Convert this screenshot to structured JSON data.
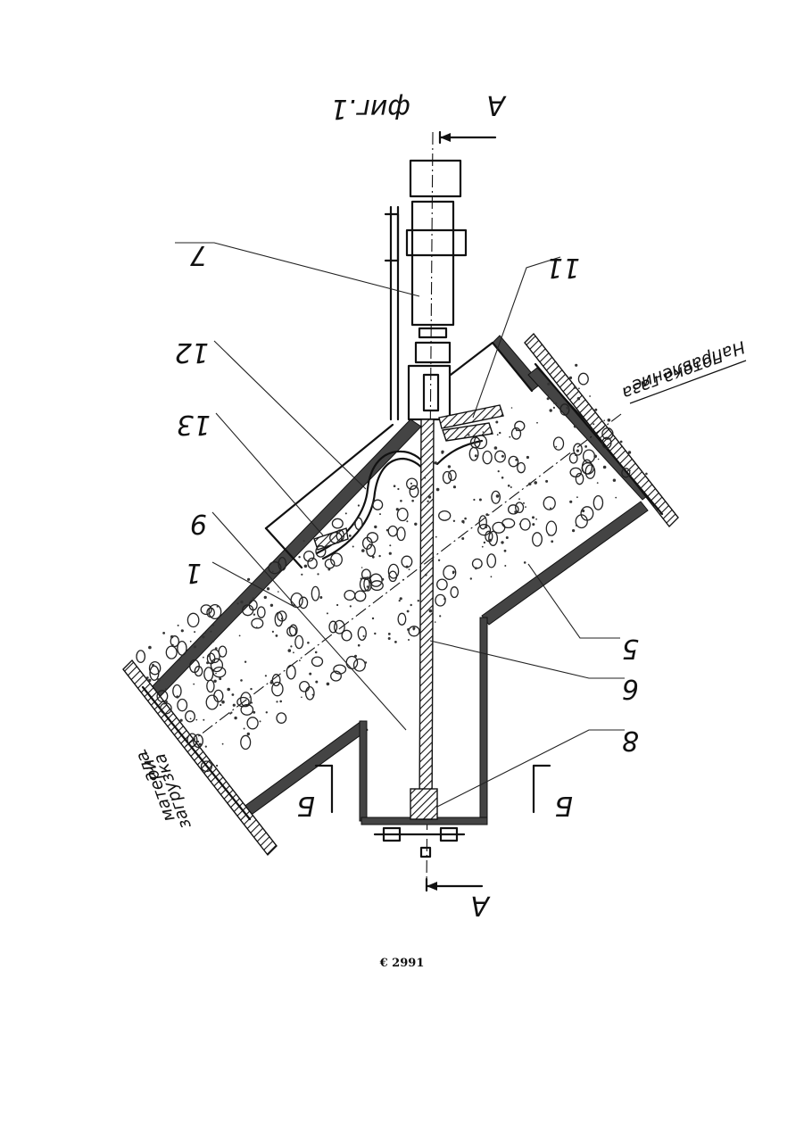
{
  "figure": {
    "caption": "фиг.1",
    "section_a_label": "А",
    "section_b_label": "Б",
    "labels": {
      "part_1": "1",
      "part_5": "5",
      "part_6": "6",
      "part_7": "7",
      "part_8": "8",
      "part_9": "9",
      "part_11": "11",
      "part_12": "12",
      "part_13": "13"
    },
    "notes": {
      "gas_flow_line1": "Направление",
      "gas_flow_line2": "потока газа",
      "loading_line1": "загрузка",
      "loading_line2": "матери -",
      "loading_line3": "ала"
    }
  },
  "footer": {
    "doc_number": "€ 2991"
  }
}
